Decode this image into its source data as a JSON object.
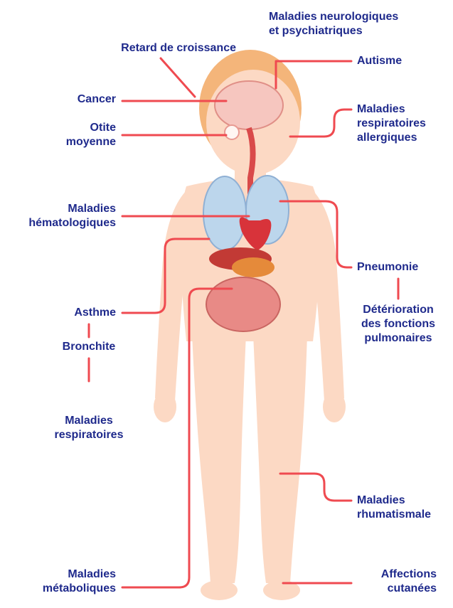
{
  "labels": {
    "neuro": "Maladies neurologiques\net psychiatriques",
    "retard": "Retard de croissance",
    "autisme": "Autisme",
    "cancer": "Cancer",
    "resp_allergiques": "Maladies\nrespiratoires\nallergiques",
    "otite": "Otite\nmoyenne",
    "hemato": "Maladies\nhématologiques",
    "pneumonie": "Pneumonie",
    "deterioration": "Détérioration\ndes fonctions\npulmonaires",
    "asthme": "Asthme",
    "bronchite": "Bronchite",
    "resp": "Maladies\nrespiratoires",
    "rhumatismale": "Maladies\nrhumatismale",
    "metaboliques": "Maladies\nmétaboliques",
    "cutanees": "Affections\ncutanées"
  },
  "colors": {
    "label_text": "#1f2a8c",
    "connector": "#ef4a50",
    "skin": "#fcd9c4",
    "hair": "#f4b57a"
  }
}
